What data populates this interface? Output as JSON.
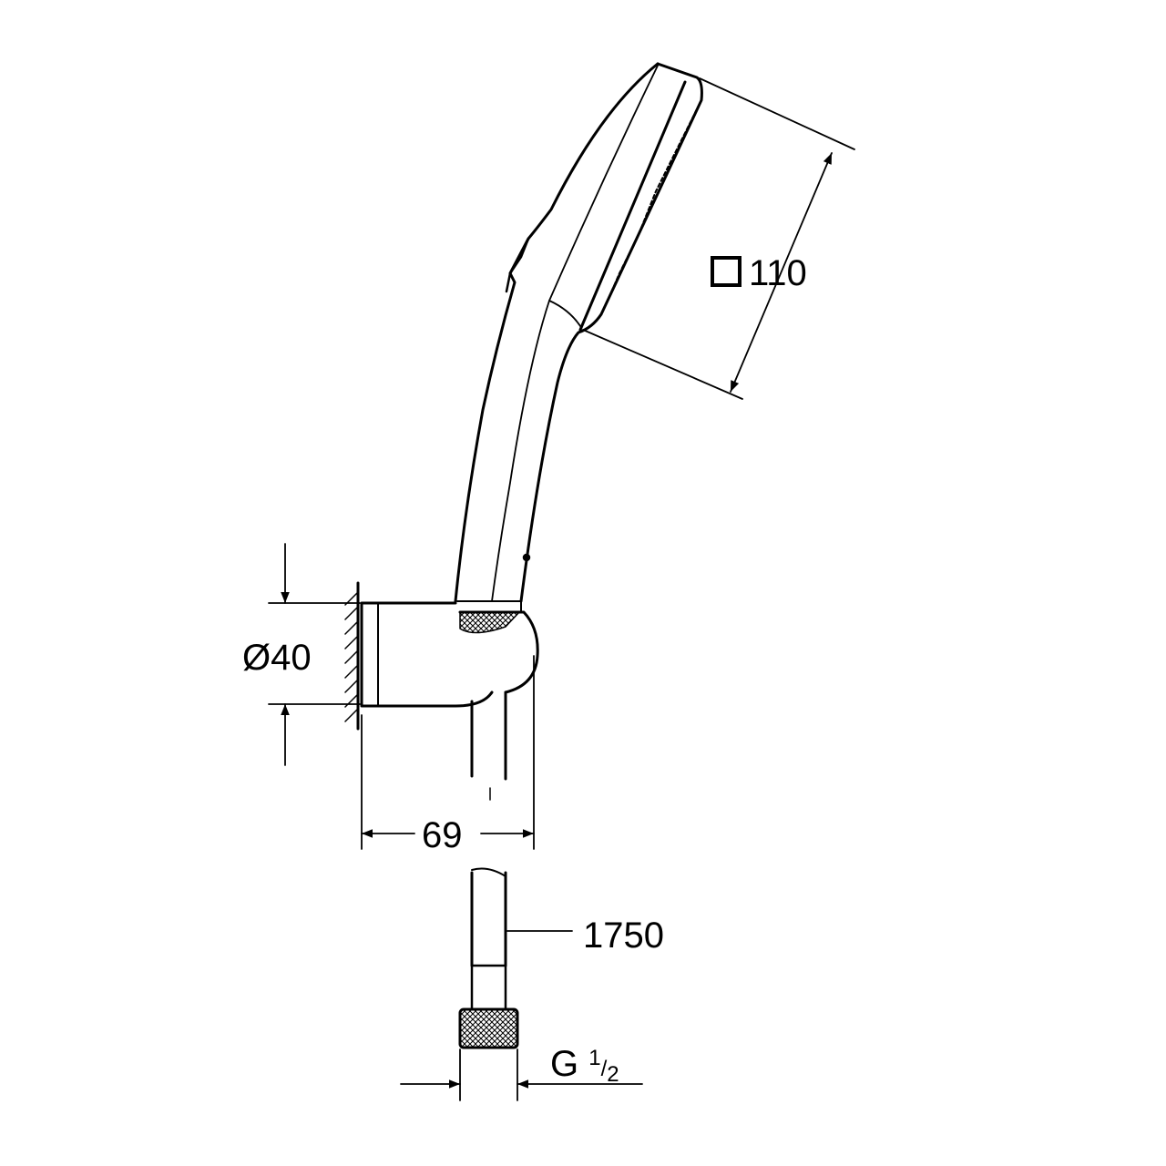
{
  "title": "Hand shower set dimension drawing",
  "dimensions": {
    "head_size": {
      "symbol": "square",
      "value": "110"
    },
    "holder_diameter": {
      "symbol": "Ø",
      "value": "40"
    },
    "holder_projection": {
      "value": "69"
    },
    "hose_length": {
      "value": "1750"
    },
    "thread": {
      "prefix": "G",
      "numerator": "1",
      "denominator": "2"
    }
  },
  "colors": {
    "line": "#000000",
    "background": "#ffffff"
  }
}
